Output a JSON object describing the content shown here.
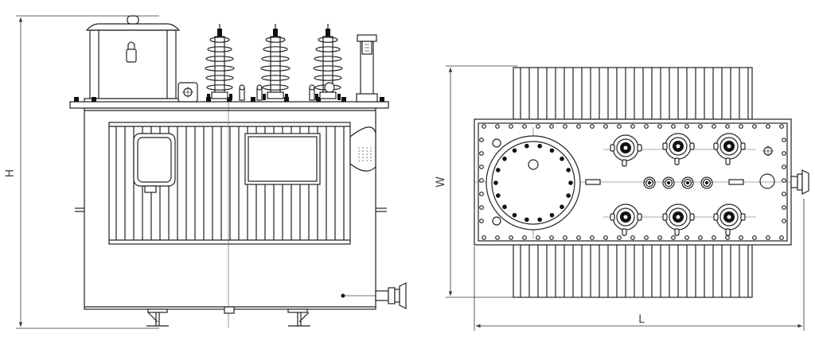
{
  "dimensions": {
    "height_label": "H",
    "width_label": "W",
    "length_label": "L"
  }
}
